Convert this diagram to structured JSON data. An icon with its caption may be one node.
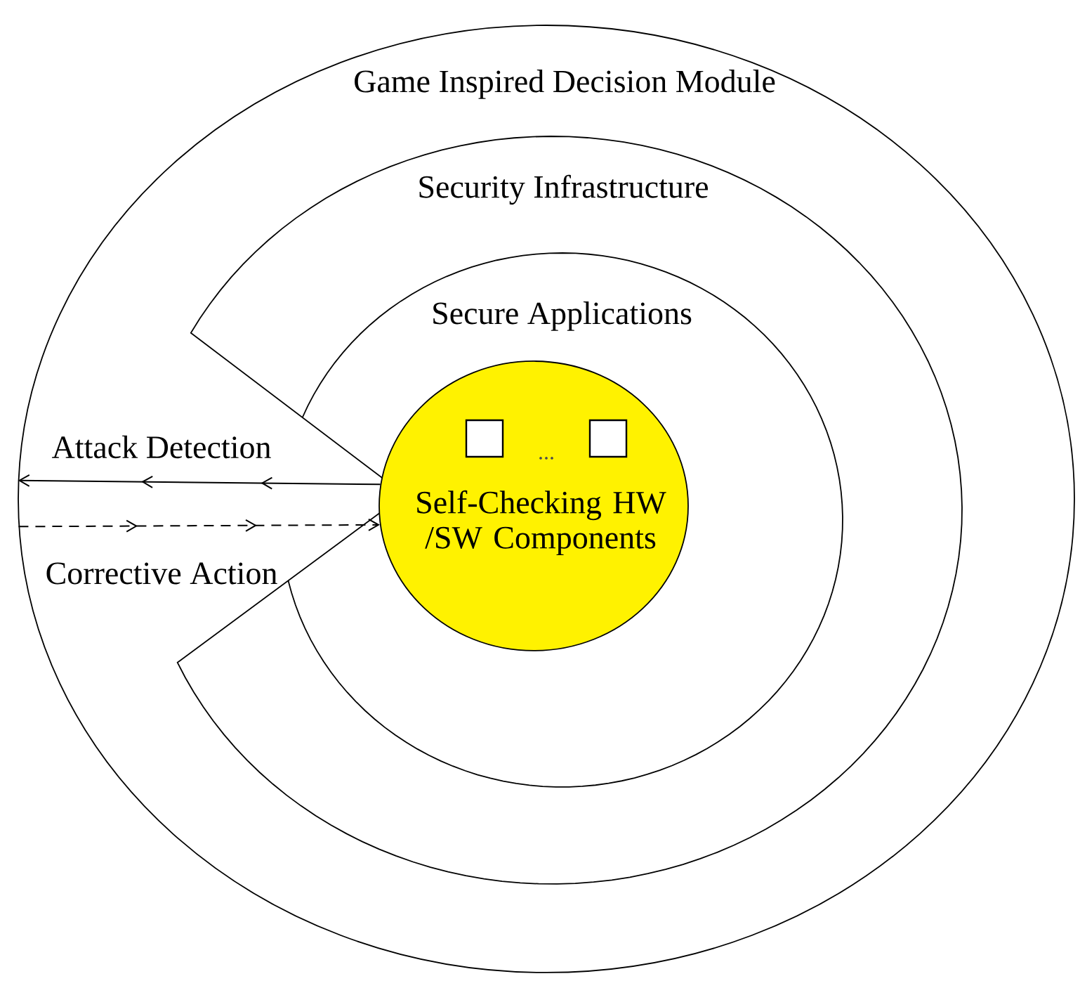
{
  "diagram": {
    "nodes": [
      {
        "text": [
          "Game Inspired Decision Module"
        ]
      },
      {
        "text": [
          "Security Infrastructure"
        ],
        "in": 0
      },
      {
        "text": [
          "Secure Applications"
        ],
        "in": 1
      },
      {
        "text": [
          "Self-Checking HW /SW Components"
        ],
        "in": 2
      },
      {
        "text": [],
        "shape": "box",
        "in": 3
      },
      {
        "text": [],
        "shape": "box",
        "in": 3
      }
    ],
    "edges": [
      {
        "from": 3,
        "to": 0,
        "arrow": "to",
        "label": "Attack Detection"
      },
      {
        "from": 0,
        "to": 3,
        "arrow": "to",
        "label": "Corrective Action",
        "style": "dashed"
      }
    ],
    "labels": [
      "..."
    ]
  }
}
